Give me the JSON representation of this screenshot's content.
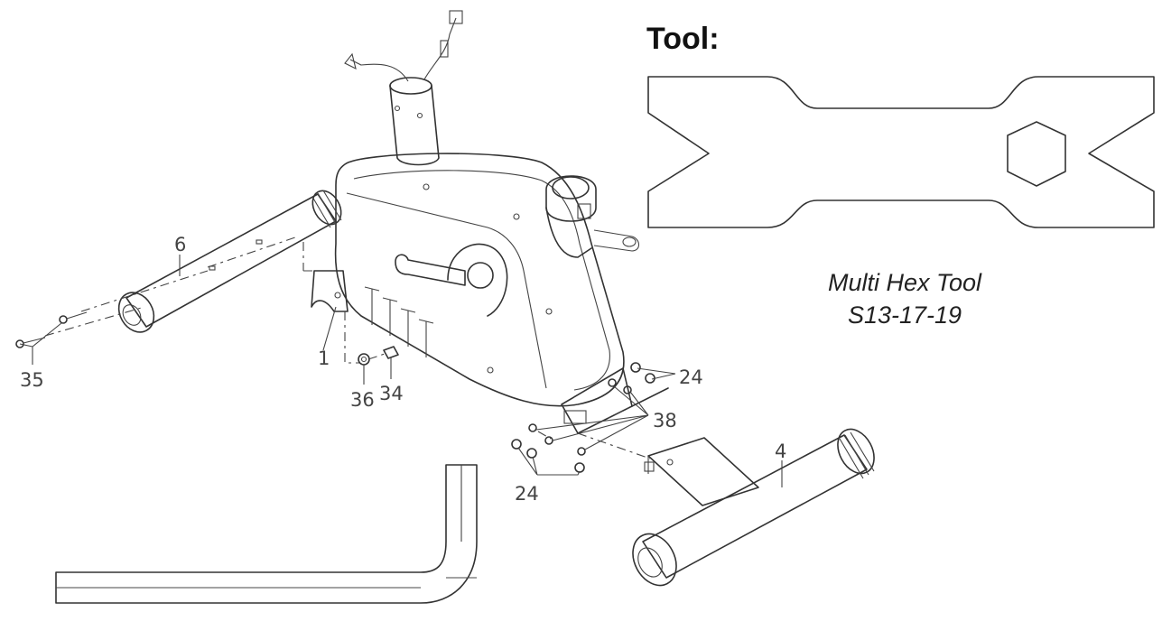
{
  "tool_section": {
    "title": "Tool:",
    "caption_line1": "Multi Hex Tool",
    "caption_line2": "S13-17-19"
  },
  "part_labels": {
    "p1": "1",
    "p4": "4",
    "p6": "6",
    "p24a": "24",
    "p24b": "24",
    "p34": "34",
    "p35": "35",
    "p36": "36",
    "p38": "38"
  }
}
